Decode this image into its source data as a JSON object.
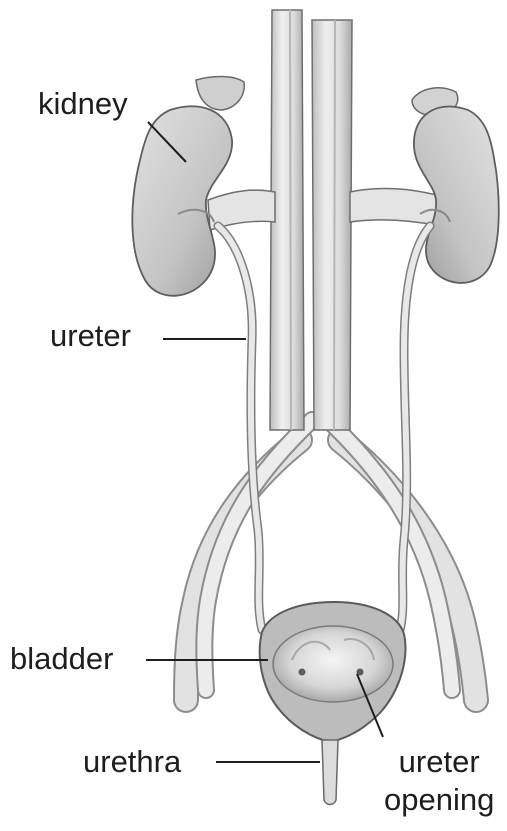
{
  "labels": {
    "kidney": "kidney",
    "ureter": "ureter",
    "bladder": "bladder",
    "urethra": "urethra",
    "ureter_opening_line1": "ureter",
    "ureter_opening_line2": "opening"
  },
  "colors": {
    "tissue_fill": "#cfcfcf",
    "tissue_shadow": "#9e9e9e",
    "vessel_fill": "#e6e6e6",
    "outline": "#5a5a5a",
    "leader_line": "#1e1e1e",
    "label_text": "#1e1e1e"
  }
}
